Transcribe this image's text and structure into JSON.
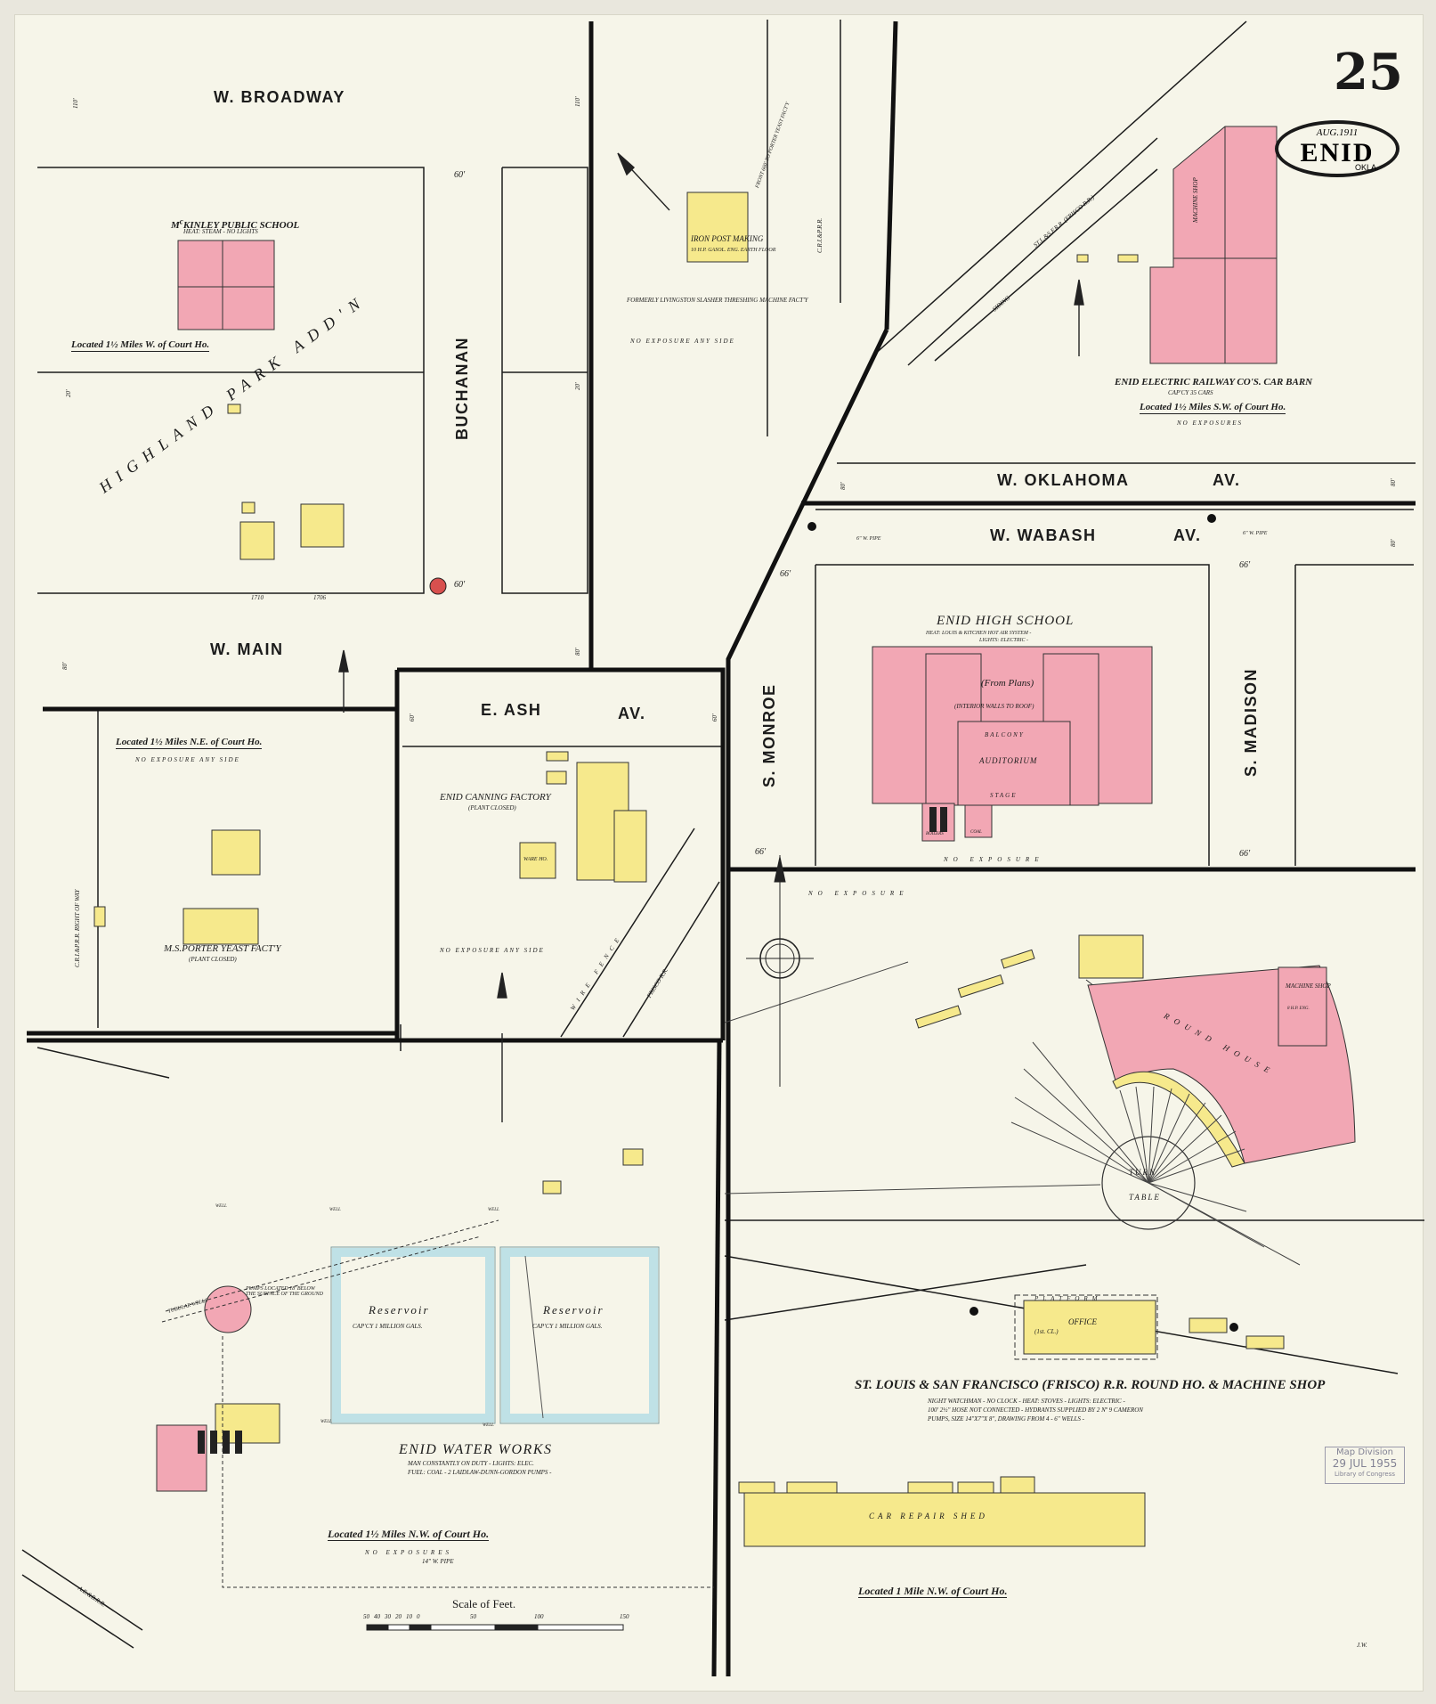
{
  "sheet": {
    "number": "25",
    "date": "AUG.1911",
    "city": "ENID",
    "state": "OKLA.",
    "initials": "J.W."
  },
  "stamp": {
    "line1": "Map Division",
    "line2": "29 JUL 1955",
    "line3": "Library of Congress"
  },
  "streets": {
    "broadway": "W. BROADWAY",
    "main": "W. MAIN",
    "ash": "E. ASH",
    "ash_av": "AV.",
    "oklahoma": "W. OKLAHOMA",
    "oklahoma_av": "AV.",
    "wabash": "W. WABASH",
    "wabash_av": "AV.",
    "buchanan": "BUCHANAN",
    "monroe": "S. MONROE",
    "madison": "S. MADISON",
    "highland": "HIGHLAND PARK ADD'N"
  },
  "railroads": {
    "cri_left": "C.R.I.&P.R.R. RIGHT OF WAY",
    "cri_top": "C.R.I.&P.R.R.",
    "frisco": "FRISCO R.R.",
    "slsf": "ST.L.&S.F.R.R. (FRISCO R.R.)",
    "wire_fence": "WIRE FENCE",
    "spur": "SIDING",
    "aebr": "A.E.&B.R.R."
  },
  "buildings": {
    "mckinley": {
      "name": "M<sup>c</sup>KINLEY PUBLIC SCHOOL",
      "detail": "HEAT: STEAM - NO LIGHTS",
      "loc": "Located 1½ Miles W. of Court Ho."
    },
    "iron": {
      "name": "IRON POST MAKING",
      "detail": "10 H.P. GASOL. ENG. EARTH FLOOR",
      "former": "FORMERLY LIVINGSTON SLASHER THRESHING MACHINE FACT'Y",
      "noexp": "NO EXPOSURE ANY SIDE",
      "fence": "FRONT 660' TO PORTER YEAST FACT'Y"
    },
    "carbarn": {
      "name": "ENID ELECTRIC RAILWAY CO'S. CAR BARN",
      "cap": "CAP'CY 35 CARS",
      "loc": "Located 1½ Miles S.W. of Court Ho.",
      "noexp": "NO EXPOSURES",
      "shop": "MACHINE SHOP"
    },
    "highschool": {
      "name": "ENID HIGH SCHOOL",
      "detail1": "HEAT: LOUIS & KITCHEN HOT AIR SYSTEM -",
      "detail2": "LIGHTS: ELECTRIC -",
      "plans": "(From Plans)",
      "halls": "(INTERIOR WALLS TO ROOF)",
      "balcony": "BALCONY",
      "aud": "AUDITORIUM",
      "stage": "STAGE",
      "boilers": "BOILERS",
      "coal": "COAL",
      "noexp": "NO EXPOSURE"
    },
    "porter": {
      "loc": "Located 1½ Miles N.E. of Court Ho.",
      "noexp": "NO EXPOSURE ANY SIDE",
      "name": "M.S.PORTER YEAST FACT'Y",
      "closed": "(PLANT CLOSED)"
    },
    "canning": {
      "name": "ENID CANNING FACTORY",
      "closed": "(PLANT CLOSED)",
      "ware": "WARE HO.",
      "noexp": "NO EXPOSURE ANY SIDE"
    },
    "waterworks": {
      "name": "ENID WATER WORKS",
      "detail1": "MAN CONSTANTLY ON DUTY - LIGHTS: ELEC.",
      "detail2": "FUEL: COAL - 2 LAIDLAW-DUNN-GORDON PUMPS -",
      "loc": "Located 1½ Miles N.W. of Court Ho.",
      "noexp": "NO EXPOSURES",
      "res1": "Reservoir",
      "res1cap": "CAP'CY 1 MILLION GALS.",
      "res2": "Reservoir",
      "res2cap": "CAP'CY 1 MILLION GALS.",
      "pumps": "PUMPS LOCATED 18' BELOW THE SURFACE OF THE GROUND",
      "pipe": "14\" W. PIPE",
      "wells": "TUBULAR WELLS",
      "well": "WELL"
    },
    "roundhouse": {
      "name": "ST. LOUIS & SAN FRANCISCO (FRISCO) R.R. ROUND HO. & MACHINE SHOP",
      "detail1": "NIGHT WATCHMAN - NO CLOCK - HEAT: STOVES - LIGHTS: ELECTRIC -",
      "detail2": "100' 2½\" HOSE NOT CONNECTED - HYDRANTS SUPPLIED BY 2 Nº 9 CAMERON",
      "detail3": "PUMPS, SIZE 14\"X7\"X 8\", DRAWING FROM 4 - 6\" WELLS -",
      "rh": "ROUND HOUSE",
      "turn": "TURN",
      "table": "TABLE",
      "shop": "MACHINE SHOP",
      "shop_eng": "8 H.P. ENG.",
      "office": "OFFICE",
      "office2": "(1st. CL.)",
      "platform": "PLATFORM",
      "repair": "CAR REPAIR SHED",
      "loc": "Located 1 Mile N.W. of Court Ho.",
      "noexp": "NO EXPOSURE"
    }
  },
  "scale": {
    "label": "Scale of Feet.",
    "ticks": [
      "50",
      "40",
      "30",
      "20",
      "10",
      "0",
      "50",
      "100",
      "150"
    ]
  },
  "dims": {
    "d110": "110'",
    "d60": "60'",
    "d20": "20'",
    "d80": "80'",
    "d66": "66'",
    "d1710": "1710",
    "d1706": "1706",
    "pipe6": "6\" W. PIPE"
  },
  "colors": {
    "brick": "#f2a7b4",
    "frame": "#f6e98c",
    "water": "#bfe1e6",
    "line": "#1c1c1c"
  }
}
